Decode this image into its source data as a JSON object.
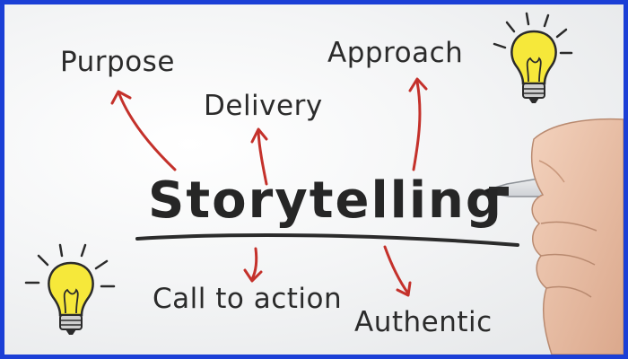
{
  "mindmap": {
    "center": "Storytelling",
    "branches": [
      {
        "label": "Purpose"
      },
      {
        "label": "Delivery"
      },
      {
        "label": "Approach"
      },
      {
        "label": "Call to action"
      },
      {
        "label": "Authentic"
      }
    ]
  },
  "colors": {
    "frame_border": "#1b3fd6",
    "arrow": "#c4312b",
    "ink": "#2b2b2b",
    "bulb": "#f6e83a"
  },
  "icons": [
    "lightbulb-icon",
    "lightbulb-icon",
    "hand-with-marker"
  ]
}
